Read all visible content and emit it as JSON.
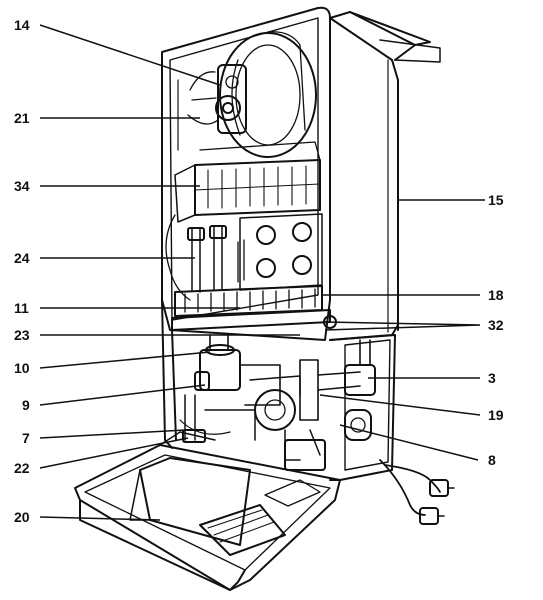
{
  "callouts": {
    "left": [
      "14",
      "21",
      "34",
      "24",
      "11",
      "23",
      "10",
      "9",
      "7",
      "22",
      "20"
    ],
    "right": [
      "15",
      "18",
      "32",
      "3",
      "19",
      "8"
    ]
  },
  "colors": {
    "ink": "#111111",
    "paper": "#ffffff"
  }
}
